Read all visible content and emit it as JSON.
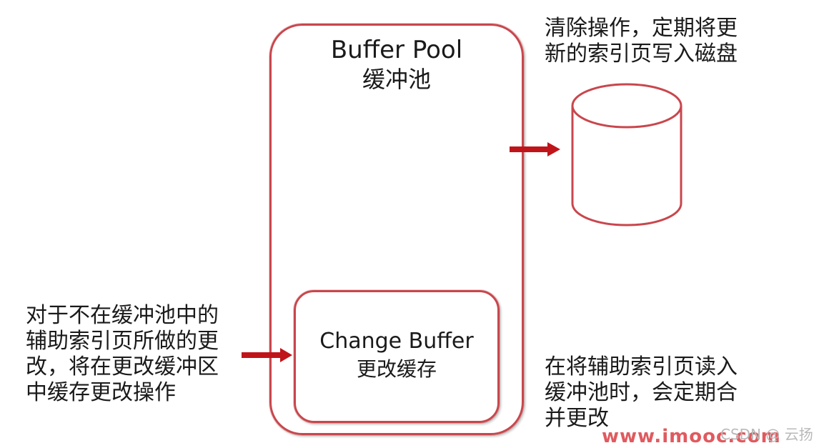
{
  "buffer_pool": {
    "title": "Buffer Pool",
    "subtitle": "缓冲池"
  },
  "change_buffer": {
    "title": "Change Buffer",
    "subtitle": "更改缓存"
  },
  "notes": {
    "flush_to_disk": [
      "清除操作，定期将更",
      "新的索引页写入磁盘"
    ],
    "cache_changes": [
      "对于不在缓冲池中的",
      "辅助索引页所做的更",
      "改，将在更改缓冲区",
      "中缓存更改操作"
    ],
    "merge_on_read": [
      "在将辅助索引页读入",
      "缓冲池时，会定期合",
      "并更改"
    ]
  },
  "watermarks": {
    "site": "www.imooc.com",
    "csdn": "CSDN @ 云扬"
  },
  "colors": {
    "box_border": "#c8474d",
    "arrow": "#c0141b",
    "text": "#1a1a1a"
  },
  "icons": {
    "disk": "cylinder-icon",
    "arrow": "right-arrow-icon"
  }
}
